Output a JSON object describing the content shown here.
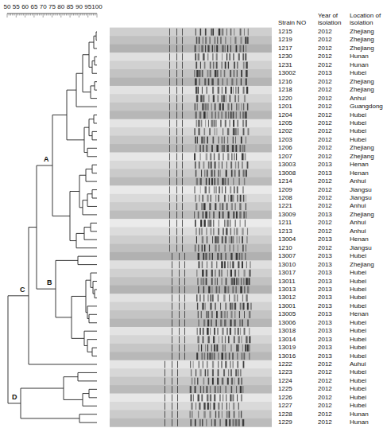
{
  "diagram": {
    "labels": [
      "50",
      "55",
      "60",
      "65",
      "70",
      "75",
      "80",
      "85",
      "90",
      "95",
      "100",
      "Strain NO",
      "Year of isolation",
      "Location of isolation",
      "1215",
      "2012",
      "Zhejiang",
      "1219",
      "2012",
      "Zhejiang",
      "1217",
      "2012",
      "Zhejiang",
      "1230",
      "2012",
      "Hunan",
      "1231",
      "2012",
      "Hunan",
      "13002",
      "2013",
      "Hubei",
      "1216",
      "2012",
      "Zhejiang",
      "1218",
      "2012",
      "Zhejiang",
      "1220",
      "2012",
      "Anhui",
      "1201",
      "2012",
      "Guangdong",
      "1204",
      "2012",
      "Hubei",
      "1205",
      "2012",
      "Hubei",
      "1202",
      "2012",
      "Hubei",
      "1203",
      "2012",
      "Hubei",
      "1206",
      "2012",
      "Zhejiang",
      "1207",
      "2012",
      "Zhejiang",
      "13003",
      "2013",
      "Henan",
      "13008",
      "2013",
      "Henan",
      "1214",
      "2012",
      "Anhui",
      "1209",
      "2012",
      "Jiangsu",
      "1208",
      "2012",
      "Jiangsu",
      "1221",
      "2012",
      "Anhui",
      "13009",
      "2013",
      "Zhejiang",
      "1211",
      "2012",
      "Anhui",
      "1213",
      "2012",
      "Anhui",
      "13004",
      "2013",
      "Henan",
      "1210",
      "2012",
      "Jiangsu",
      "13007",
      "2013",
      "Hubei",
      "13010",
      "2013",
      "Zhejiang",
      "13017",
      "2013",
      "Hubei",
      "13011",
      "2013",
      "Hubei",
      "13013",
      "2013",
      "Hubei",
      "13012",
      "2013",
      "Hubei",
      "13001",
      "2013",
      "Hubei",
      "13005",
      "2013",
      "Henan",
      "13006",
      "2013",
      "Hubei",
      "13018",
      "2013",
      "Hubei",
      "13014",
      "2013",
      "Hubei",
      "13019",
      "2013",
      "Hubei",
      "13016",
      "2013",
      "Hubei",
      "1222",
      "2012",
      "Auhui",
      "1223",
      "2012",
      "Hubei",
      "1224",
      "2012",
      "Hubei",
      "1225",
      "2012",
      "Hubei",
      "1226",
      "2012",
      "Hubei",
      "1227",
      "2012",
      "Hubei",
      "1228",
      "2012",
      "Hunan",
      "1229",
      "2012",
      "Hunan",
      "A",
      "B",
      "C",
      "D"
    ]
  }
}
